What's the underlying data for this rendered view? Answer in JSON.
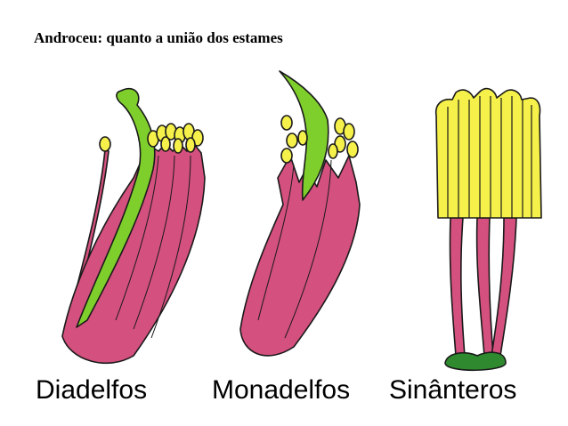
{
  "slide": {
    "title": "Androceu: quanto a união dos estames"
  },
  "figures": [
    {
      "id": "diadelfos",
      "caption": "Diadelfos"
    },
    {
      "id": "monadelfos",
      "caption": "Monadelfos"
    },
    {
      "id": "sinanteros",
      "caption": "Sinânteros"
    }
  ],
  "colors": {
    "filament": "#d4507e",
    "anther": "#f5f04a",
    "pistil": "#7fcf2c",
    "base": "#2f8a2f",
    "outline": "#1a1a1a"
  }
}
